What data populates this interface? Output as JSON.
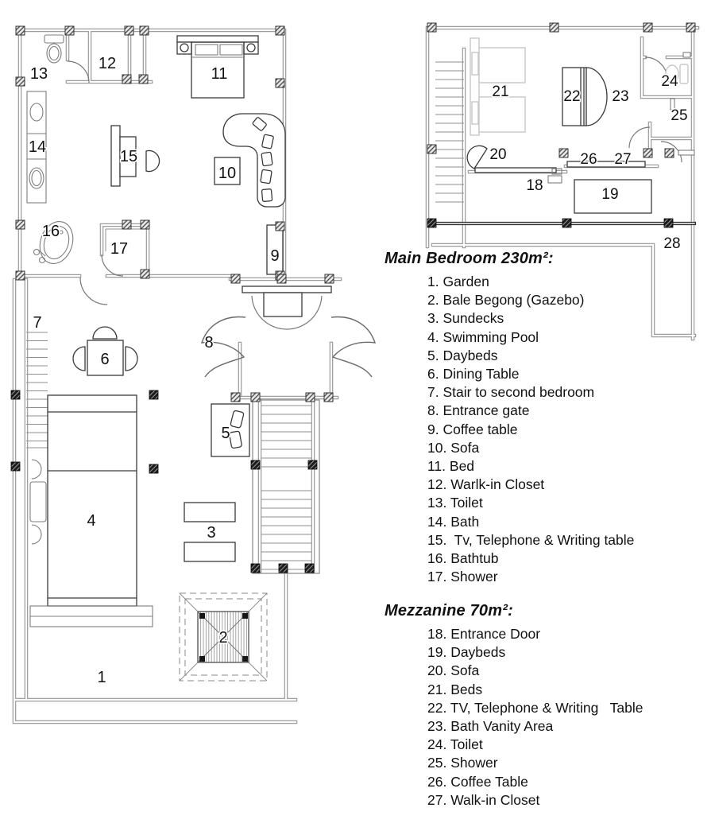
{
  "legend": {
    "main": {
      "title": "Main Bedroom 230m²:",
      "items": [
        "1. Garden",
        "2. Bale Begong (Gazebo)",
        "3. Sundecks",
        "4. Swimming Pool",
        "5. Daybeds",
        "6. Dining Table",
        "7. Stair to second bedroom",
        "8. Entrance gate",
        "9. Coffee table",
        "10. Sofa",
        "11. Bed",
        "12. Warlk-in Closet",
        "13. Toilet",
        "14. Bath",
        "15.  Tv, Telephone & Writing table",
        "16. Bathtub",
        "17. Shower"
      ]
    },
    "mezzanine": {
      "title": "Mezzanine 70m²:",
      "items": [
        "18. Entrance Door",
        "19. Daybeds",
        "20. Sofa",
        "21. Beds",
        "22. TV, Telephone & Writing   Table",
        "23. Bath Vanity Area",
        "24. Toilet",
        "25. Shower",
        "26. Coffee Table",
        "27. Walk-in Closet"
      ]
    }
  },
  "plan_labels": {
    "main": [
      "1",
      "2",
      "3",
      "4",
      "5",
      "6",
      "7",
      "8",
      "9",
      "10",
      "11",
      "12",
      "13",
      "14",
      "15",
      "16",
      "17"
    ],
    "mezzanine": [
      "18",
      "19",
      "20",
      "21",
      "22",
      "23",
      "24",
      "25",
      "26",
      "27",
      "28"
    ]
  },
  "colors": {
    "wall_gray": "#9e9e9e",
    "dark_line": "#2e2e2e",
    "light_furniture": "#c8c8c8",
    "background": "#ffffff"
  }
}
